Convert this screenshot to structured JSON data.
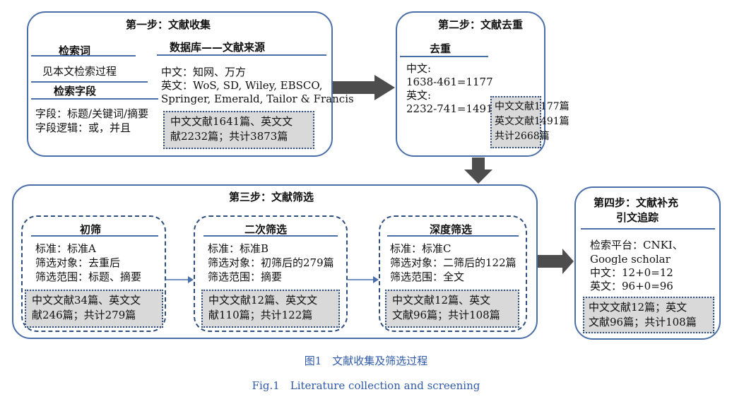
{
  "step1": {
    "title": "第一步：文献收集",
    "keywords_head": "检索词",
    "keywords_text": "见本文检索过程",
    "fields_head": "检索字段",
    "fields_line1": "字段：标题/关键词/摘要",
    "fields_line2": "字段逻辑：或，并且",
    "db_head": "数据库——文献来源",
    "db_cn": "中文：知网、万方",
    "db_en1": "英文：WoS, SD, Wiley, EBSCO,",
    "db_en2": "Springer, Emerald, Tailor & Francis",
    "result": "中文文献1641篇、英文文\n献2232篇；共计3873篇"
  },
  "step2": {
    "title": "第二步：文献去重",
    "head": "去重",
    "cn_label": "中文:",
    "cn_calc": "1638-461=1177",
    "en_label": "英文:",
    "en_calc": "2232-741=1491",
    "result": "中文文献1177篇\n英文文献1491篇\n共计2668篇"
  },
  "step3": {
    "title": "第三步：文献筛选",
    "stages": [
      {
        "head": "初筛",
        "line1": "标准：标准A",
        "line2": "筛选对象：去重后",
        "line3": "筛选范围：标题、摘要",
        "result": "中文文献34篇、英文文\n献246篇；共计279篇"
      },
      {
        "head": "二次筛选",
        "line1": "标准：标准B",
        "line2": "筛选对象：初筛后的279篇",
        "line3": "筛选范围：摘要",
        "result": "中文文献12篇、英文文\n献110篇；共计122篇"
      },
      {
        "head": "深度筛选",
        "line1": "标准：标准C",
        "line2": "筛选对象：二筛后的122篇",
        "line3": "筛选范围：全文",
        "result": "中文文献12篇、英文\n文献96篇；共计108篇"
      }
    ]
  },
  "step4": {
    "title_line1": "第四步：文献补充",
    "title_line2": "引文追踪",
    "platform": "检索平台：CNKI、\nGoogle scholar",
    "cn": "中文：12+0=12",
    "en": "英文：96+0=96",
    "result": "中文文献12篇；英文\n文献96篇；共计108篇"
  },
  "caption": {
    "cn": "图1　文献收集及筛选过程",
    "en": "Fig.1　Literature collection and screening"
  },
  "colors": {
    "border": "#4a6fa8",
    "arrow": "#4d4d4d",
    "result_fill": "#d9d9d9",
    "caption": "#2e5aa8"
  }
}
